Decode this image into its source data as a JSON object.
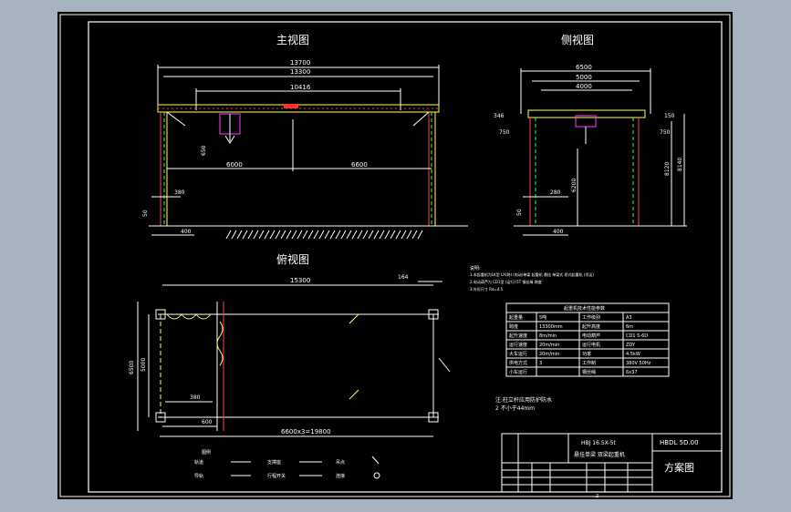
{
  "views": {
    "front_title": "主视图",
    "side_title": "侧视图",
    "top_title": "俯视图"
  },
  "front": {
    "dims": {
      "overall": "13700",
      "inner": "13300",
      "mid": "10416",
      "left_span": "6000",
      "right_span": "6600",
      "bottom_offset": "380",
      "foot": "400",
      "left_vert": "50",
      "hook": "650"
    }
  },
  "side": {
    "dims": {
      "top1": "6500",
      "top2": "5000",
      "top3": "4000",
      "left_a": "346",
      "left_b": "750",
      "right_a": "150",
      "right_b": "750",
      "height_a": "6200",
      "height_b": "8120",
      "height_c": "8140",
      "lower_a": "280",
      "lower_b": "400",
      "small": "50"
    }
  },
  "top": {
    "dims": {
      "span": "15300",
      "right_offset": "164",
      "height_outer": "6500",
      "height_inner": "5000",
      "left_gap": "380",
      "bottom_a": "600",
      "bottom_total": "6600x3=19800"
    }
  },
  "notes": {
    "heading": "说明:",
    "line1": "1.本起重机为LK型 LX(跨) (电动)单梁 起重机 悬挂 单梁式 桥式起重机 (吊运)",
    "line2": "2.电动葫芦为 CD1型 (运行) 5T 钢丝绳 跨度",
    "line3": "3.外形尺寸 Rd=4.5",
    "side_note": "注:柱立杆应用防护防水",
    "side_note2": "2 不小于44mm"
  },
  "spec_table": {
    "header": "起重机技术性能参数",
    "rows": [
      [
        "起重量",
        "5吨",
        "工作级别",
        "A3"
      ],
      [
        "跨度",
        "13300mm",
        "起升高度",
        "6m"
      ],
      [
        "起升速度",
        "8m/min",
        "电动葫芦",
        "CD1 5-6D"
      ],
      [
        "运行速度",
        "20m/min",
        "运行电机",
        "ZDY"
      ],
      [
        "大车运行",
        "20m/min",
        "功率",
        "4.5kW"
      ],
      [
        "供电方式",
        "3",
        "工作制",
        "380V 50Hz"
      ],
      [
        "小车运行",
        "",
        "钢丝绳",
        "6x37"
      ]
    ]
  },
  "title_block": {
    "drawing_no": "HBDL 5D.00",
    "name_line1": "HBJ 16.5X-5t",
    "name_line2": "悬挂单梁 双梁起重机",
    "doc_type": "方案图",
    "sheet": "2"
  },
  "legend": {
    "heading": "图例",
    "items": [
      "轨道",
      "导轨",
      "支撑座",
      "行程开关",
      "吊点",
      "连接"
    ]
  }
}
